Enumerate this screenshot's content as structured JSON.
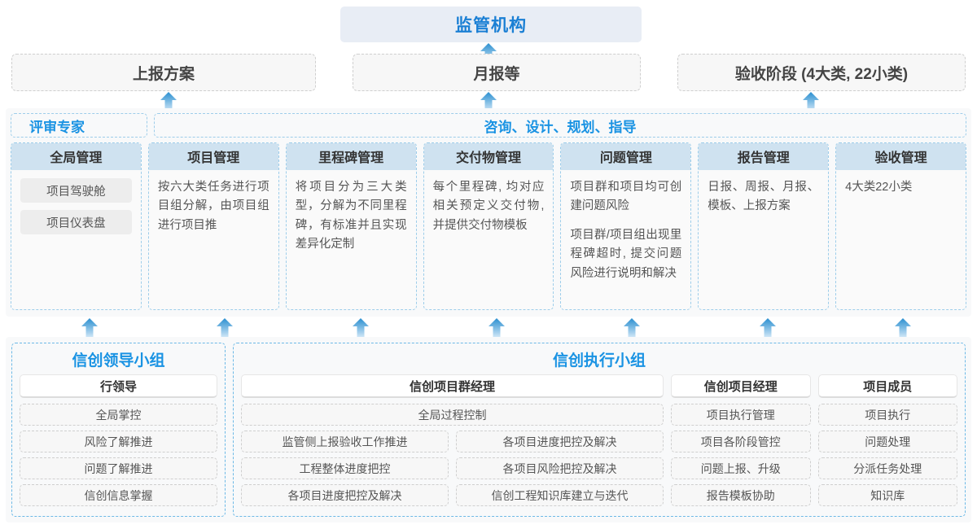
{
  "top": {
    "regulator": "监管机构",
    "reports": [
      {
        "label": "上报方案"
      },
      {
        "label": "月报等"
      },
      {
        "label": "验收阶段 (4大类, 22小类)"
      }
    ]
  },
  "middle": {
    "headers": [
      {
        "label": "评审专家"
      },
      {
        "label": "咨询、设计、规划、指导"
      }
    ],
    "columns": [
      {
        "title": "全局管理",
        "tags": [
          "项目驾驶舱",
          "项目仪表盘"
        ],
        "paragraphs": []
      },
      {
        "title": "项目管理",
        "tags": [],
        "paragraphs": [
          "按六大类任务进行项目组分解，由项目组进行项目推"
        ]
      },
      {
        "title": "里程碑管理",
        "tags": [],
        "paragraphs": [
          "将项目分为三大类型，分解为不同里程碑，有标准并且实现差异化定制"
        ]
      },
      {
        "title": "交付物管理",
        "tags": [],
        "paragraphs": [
          "每个里程碑, 均对应相关预定义交付物, 并提供交付物模板"
        ]
      },
      {
        "title": "问题管理",
        "tags": [],
        "paragraphs": [
          "项目群和项目均可创建问题风险",
          "项目群/项目组出现里程碑超时, 提交问题风险进行说明和解决"
        ]
      },
      {
        "title": "报告管理",
        "tags": [],
        "paragraphs": [
          "日报、周报、月报、模板、上报方案"
        ]
      },
      {
        "title": "验收管理",
        "tags": [],
        "paragraphs": [
          "4大类22小类"
        ]
      }
    ]
  },
  "bottom": {
    "leading_group": {
      "title": "信创领导小组",
      "role": "行领导",
      "items": [
        "全局掌控",
        "风险了解推进",
        "问题了解推进",
        "信创信息掌握"
      ]
    },
    "exec_group": {
      "title": "信创执行小组",
      "program_manager": {
        "role": "信创项目群经理",
        "full_width_item": "全局过程控制",
        "left_items": [
          "监管侧上报验收工作推进",
          "工程整体进度把控",
          "各项目进度把控及解决"
        ],
        "right_items": [
          "各项目进度把控及解决",
          "各项目风险把控及解决",
          "信创工程知识库建立与迭代"
        ]
      },
      "project_manager": {
        "role": "信创项目经理",
        "items": [
          "项目执行管理",
          "项目各阶段管控",
          "问题上报、升级",
          "报告模板协助"
        ]
      },
      "member": {
        "role": "项目成员",
        "items": [
          "项目执行",
          "问题处理",
          "分派任务处理",
          "知识库"
        ]
      }
    }
  },
  "colors": {
    "accent": "#1a93e3",
    "title_blue": "#1a7fd4",
    "header_fill": "#cfe2f0",
    "top_fill": "#e8edf5",
    "dashed_gray": "#cfcfcf",
    "dashed_blue": "#9dcdea",
    "arrow_top": "#2a8fd0",
    "arrow_bottom": "#cfe7f7"
  }
}
